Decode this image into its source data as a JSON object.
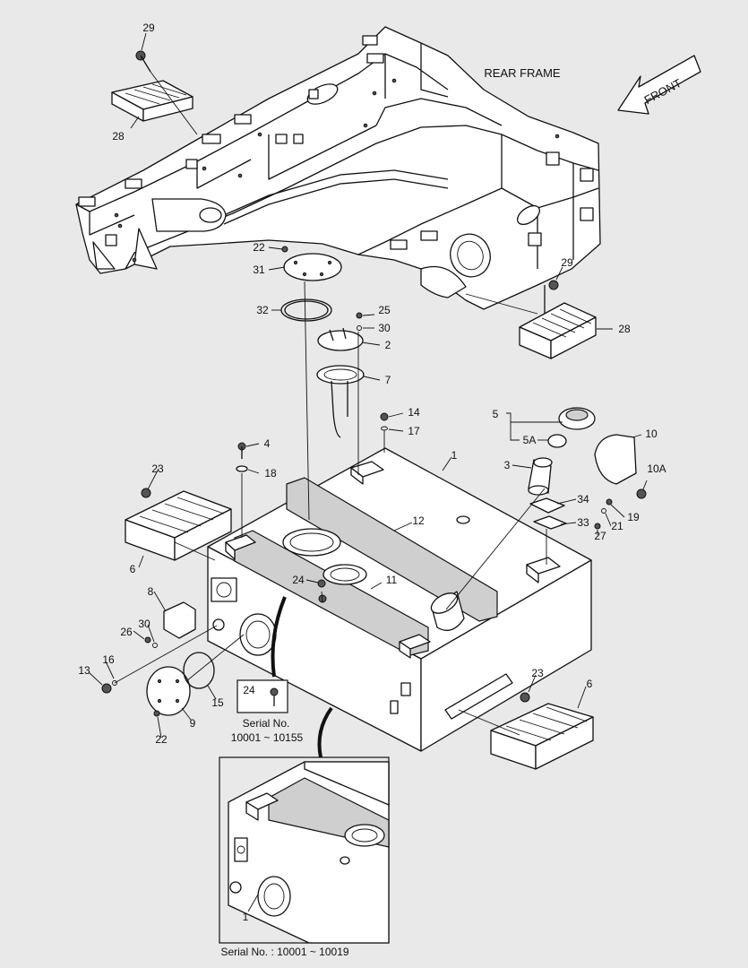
{
  "diagram": {
    "title": "REAR FRAME",
    "front_arrow_label": "FRONT",
    "callout_small": {
      "part_label": "24",
      "serial_caption": "Serial No.",
      "serial_range": "10001 ~ 10155"
    },
    "inset": {
      "part_label": "1",
      "caption": "Serial No. : 10001 ~ 10019"
    },
    "part_labels": [
      {
        "id": "p29-top",
        "text": "29"
      },
      {
        "id": "p28-top",
        "text": "28"
      },
      {
        "id": "p22-top",
        "text": "22"
      },
      {
        "id": "p31",
        "text": "31"
      },
      {
        "id": "p32",
        "text": "32"
      },
      {
        "id": "p25",
        "text": "25"
      },
      {
        "id": "p30-top",
        "text": "30"
      },
      {
        "id": "p2",
        "text": "2"
      },
      {
        "id": "p7",
        "text": "7"
      },
      {
        "id": "p29-right",
        "text": "29"
      },
      {
        "id": "p28-right",
        "text": "28"
      },
      {
        "id": "p14",
        "text": "14"
      },
      {
        "id": "p17",
        "text": "17"
      },
      {
        "id": "p5",
        "text": "5"
      },
      {
        "id": "p5A",
        "text": "5A"
      },
      {
        "id": "p10",
        "text": "10"
      },
      {
        "id": "p4",
        "text": "4"
      },
      {
        "id": "p18",
        "text": "18"
      },
      {
        "id": "p1",
        "text": "1"
      },
      {
        "id": "p3",
        "text": "3"
      },
      {
        "id": "p10A",
        "text": "10A"
      },
      {
        "id": "p23-left",
        "text": "23"
      },
      {
        "id": "p34",
        "text": "34"
      },
      {
        "id": "p33",
        "text": "33"
      },
      {
        "id": "p19",
        "text": "19"
      },
      {
        "id": "p21",
        "text": "21"
      },
      {
        "id": "p27",
        "text": "27"
      },
      {
        "id": "p12",
        "text": "12"
      },
      {
        "id": "p6-left",
        "text": "6"
      },
      {
        "id": "p24",
        "text": "24"
      },
      {
        "id": "p11",
        "text": "11"
      },
      {
        "id": "p8",
        "text": "8"
      },
      {
        "id": "p30-left",
        "text": "30"
      },
      {
        "id": "p26",
        "text": "26"
      },
      {
        "id": "p16",
        "text": "16"
      },
      {
        "id": "p13",
        "text": "13"
      },
      {
        "id": "p15",
        "text": "15"
      },
      {
        "id": "p9",
        "text": "9"
      },
      {
        "id": "p22-bottom",
        "text": "22"
      },
      {
        "id": "p23-right",
        "text": "23"
      },
      {
        "id": "p6-right",
        "text": "6"
      }
    ]
  }
}
